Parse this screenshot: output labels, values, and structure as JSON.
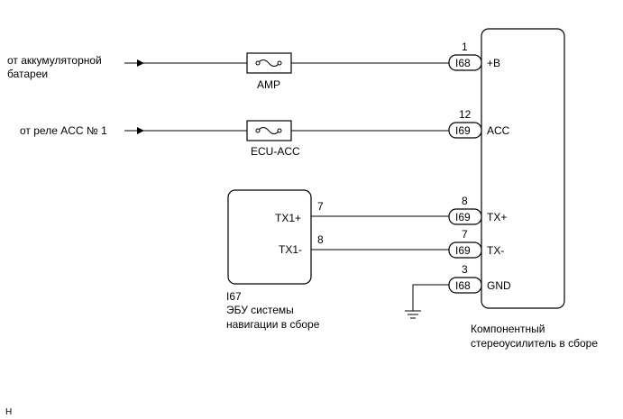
{
  "sources": {
    "battery": [
      "от аккумуляторной",
      "батареи"
    ],
    "acc_relay": "от реле ACC № 1"
  },
  "fuses": {
    "amp": "AMP",
    "ecu_acc": "ECU-ACC"
  },
  "navigation_ecu": {
    "pins": {
      "tx1_plus": "TX1+",
      "tx1_minus": "TX1-"
    },
    "pin_numbers": {
      "tx1_plus": "7",
      "tx1_minus": "8"
    },
    "connector": "I67",
    "name": [
      "ЭБУ системы",
      "навигации в сборе"
    ]
  },
  "amplifier": {
    "pins": [
      {
        "number": "1",
        "connector": "I68",
        "label": "+B"
      },
      {
        "number": "12",
        "connector": "I69",
        "label": "ACC"
      },
      {
        "number": "8",
        "connector": "I69",
        "label": "TX+"
      },
      {
        "number": "7",
        "connector": "I69",
        "label": "TX-"
      },
      {
        "number": "3",
        "connector": "I68",
        "label": "GND"
      }
    ],
    "name": [
      "Компонентный",
      "стереоусилитель в сборе"
    ]
  },
  "footer_mark": "H"
}
